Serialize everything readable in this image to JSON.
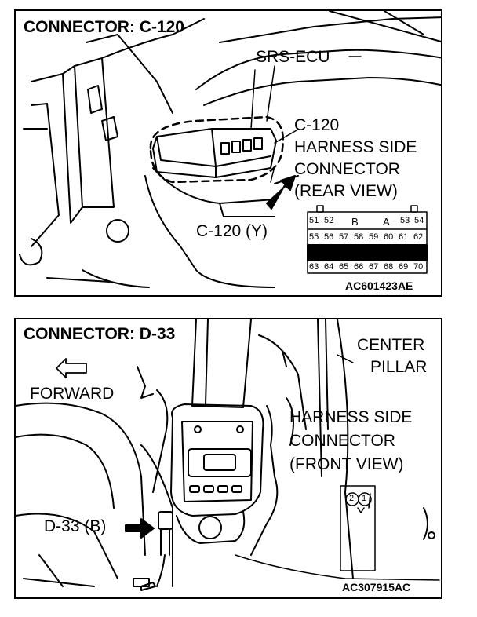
{
  "top_panel": {
    "title": "CONNECTOR: C-120",
    "srs_label": "SRS-ECU",
    "harness_lines": [
      "C-120",
      "HARNESS SIDE",
      "CONNECTOR",
      "(REAR VIEW)"
    ],
    "connector_label": "C-120 (Y)",
    "pins_row1": [
      "51",
      "52",
      "B",
      "A",
      "53",
      "54"
    ],
    "pins_row2": [
      "55",
      "56",
      "57",
      "58",
      "59",
      "60",
      "61",
      "62"
    ],
    "pins_row3": [
      "63",
      "64",
      "65",
      "66",
      "67",
      "68",
      "69",
      "70"
    ],
    "code": "AC601423AE"
  },
  "bottom_panel": {
    "title": "CONNECTOR: D-33",
    "forward_label": "FORWARD",
    "pillar_lines": [
      "CENTER",
      "PILLAR"
    ],
    "harness_lines": [
      "HARNESS SIDE",
      "CONNECTOR",
      "(FRONT VIEW)"
    ],
    "connector_label": "D-33 (B)",
    "pins": [
      "2",
      "1"
    ],
    "code": "AC307915AC"
  }
}
